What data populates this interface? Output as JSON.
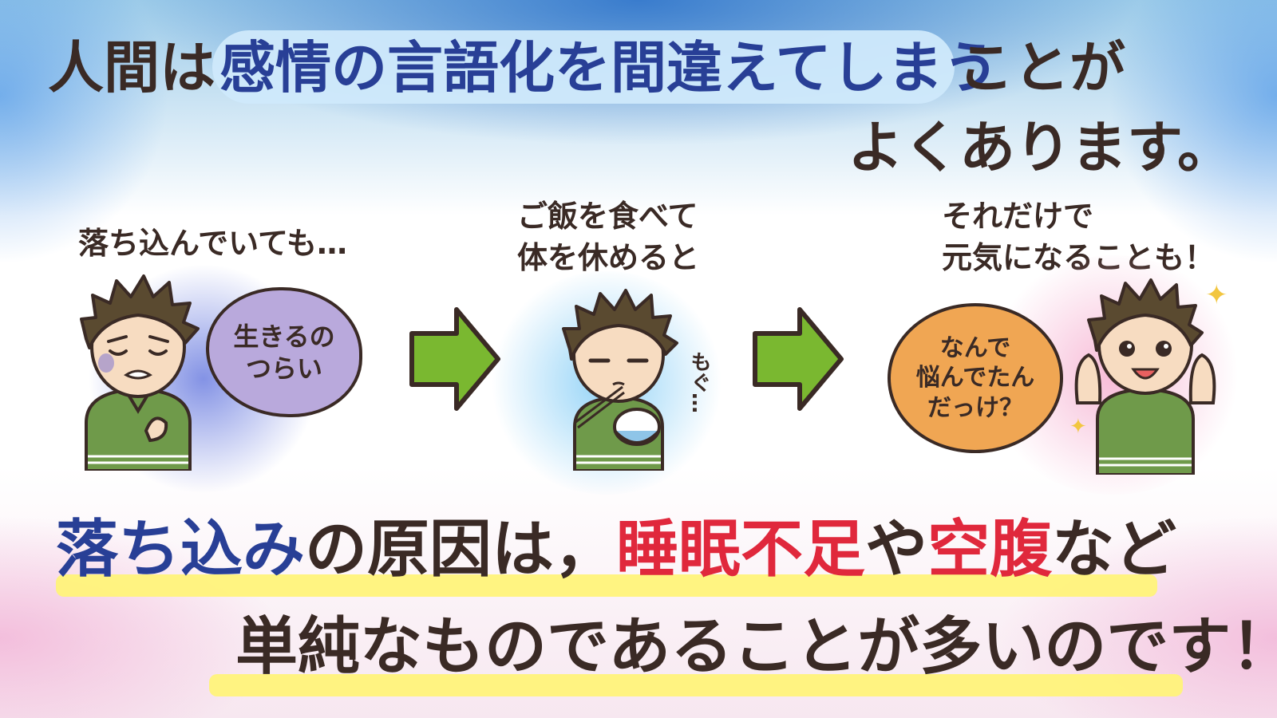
{
  "headline": {
    "line1_start": "人間は",
    "line1_highlight": "感情の言語化を間違えてしまう",
    "line1_end": "ことが",
    "line2": "よくあります。"
  },
  "panels": [
    {
      "caption_lines": [
        "落ち込んでいても…"
      ],
      "bubble_lines": [
        "生きるの",
        "つらい"
      ]
    },
    {
      "caption_lines": [
        "ご飯を食べて",
        "体を休めると"
      ],
      "sfx": "もぐ…"
    },
    {
      "caption_lines": [
        "それだけで",
        "元気になることも！"
      ],
      "bubble_lines": [
        "なんで",
        "悩んでたん",
        "だっけ？"
      ]
    }
  ],
  "conclusion": {
    "line1": [
      {
        "text": "落ち込み",
        "color": "blue"
      },
      {
        "text": "の原因は，",
        "color": "brown"
      },
      {
        "text": "睡眠不足",
        "color": "red"
      },
      {
        "text": "や",
        "color": "brown"
      },
      {
        "text": "空腹",
        "color": "red"
      },
      {
        "text": "など",
        "color": "brown"
      }
    ],
    "line2": "単純なものであることが多いのです！"
  },
  "colors": {
    "blue_text": "#283f96",
    "brown_text": "#3a2a25",
    "red_text": "#e0283c",
    "highlight_yellow": "#fff37a",
    "highlight_blue": "#cfe9fb",
    "arrow_green": "#7ab830",
    "shirt_green": "#6f9a4a",
    "bubble_purple": "#b9a9dc",
    "bubble_orange": "#f0a653"
  },
  "icons": [
    "right-arrow-icon",
    "sparkle-icon"
  ]
}
